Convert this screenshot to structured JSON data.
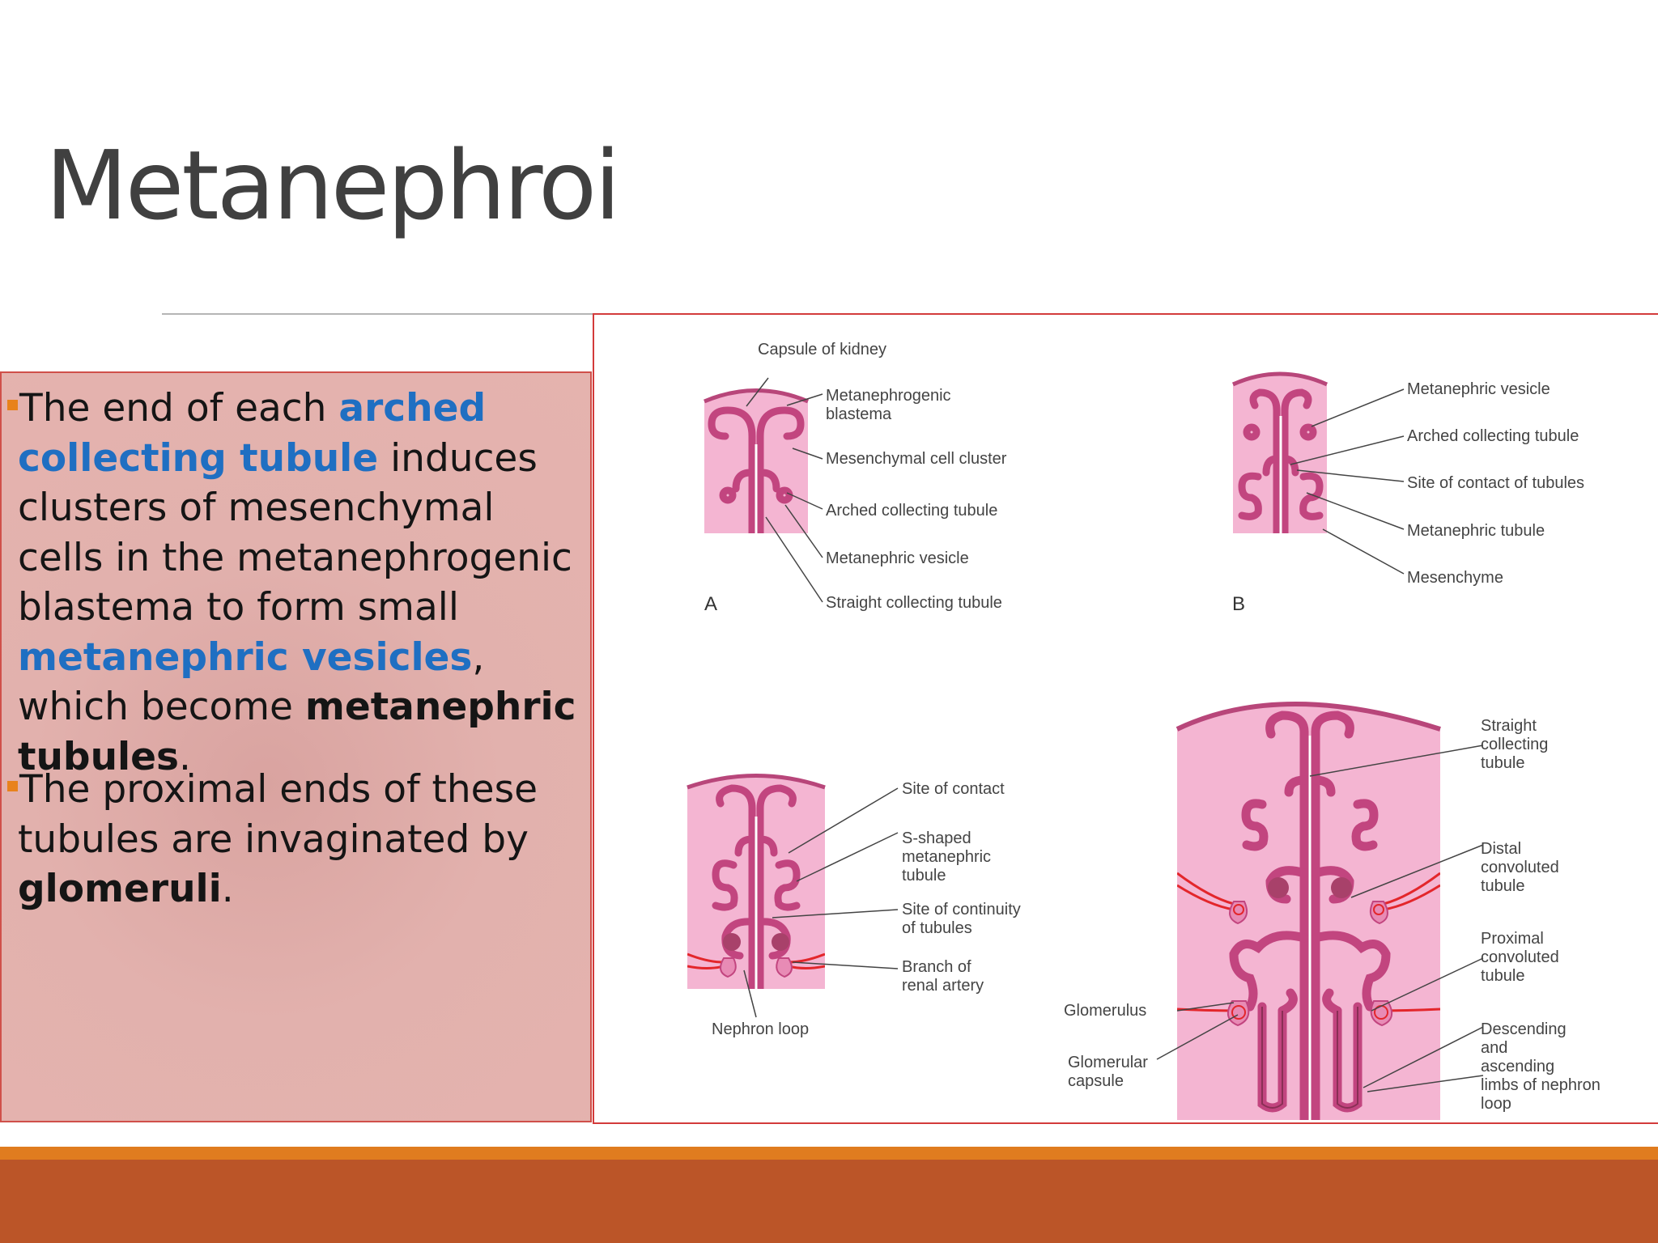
{
  "slide": {
    "title": "Metanephroi"
  },
  "bullets": {
    "b1": {
      "t1": "The end of each ",
      "t2": "arched collecting tubule",
      "t3": " induces clusters of mesenchymal cells in the metanephrogenic blastema to form small ",
      "t4": "metanephric vesicles",
      "t5": ", which become ",
      "t6": "metanephric tubules",
      "t7": "."
    },
    "b2": {
      "t1": "The proximal ends of these tubules are invaginated by ",
      "t2": "glomeruli",
      "t3": "."
    }
  },
  "figure": {
    "A": {
      "panel_letter": "A",
      "labels": {
        "capsule": "Capsule of kidney",
        "blastema_1": "Metanephrogenic",
        "blastema_2": "blastema",
        "cluster": "Mesenchymal cell cluster",
        "arched": "Arched collecting tubule",
        "vesicle": "Metanephric vesicle",
        "straight": "Straight collecting tubule"
      }
    },
    "B": {
      "panel_letter": "B",
      "labels": {
        "vesicle": "Metanephric vesicle",
        "arched": "Arched collecting tubule",
        "contact": "Site of contact of tubules",
        "tubule": "Metanephric tubule",
        "mesenchyme": "Mesenchyme"
      }
    },
    "C": {
      "labels": {
        "contact": "Site of contact",
        "s1": "S-shaped",
        "s2": "metanephric",
        "s3": "tubule",
        "cont1": "Site of continuity",
        "cont2": "of tubules",
        "branch1": "Branch of",
        "branch2": "renal artery",
        "loop": "Nephron loop"
      }
    },
    "D": {
      "labels": {
        "straight1": "Straight",
        "straight2": "collecting",
        "straight3": "tubule",
        "distal1": "Distal",
        "distal2": "convoluted",
        "distal3": "tubule",
        "prox1": "Proximal",
        "prox2": "convoluted",
        "prox3": "tubule",
        "glomerulus": "Glomerulus",
        "capsule1": "Glomerular",
        "capsule2": "capsule",
        "desc1": "Descending",
        "desc2": "and",
        "desc3": "ascending",
        "desc4": "limbs of nephron",
        "desc5": "loop"
      }
    }
  },
  "colors": {
    "accent_orange": "#e07c1f",
    "footer_rust": "#bb5528",
    "link_blue": "#1f6fc2",
    "tissue_pink": "#f4b5d2",
    "tubule_magenta": "#c2457f",
    "artery_red": "#e3262b"
  }
}
